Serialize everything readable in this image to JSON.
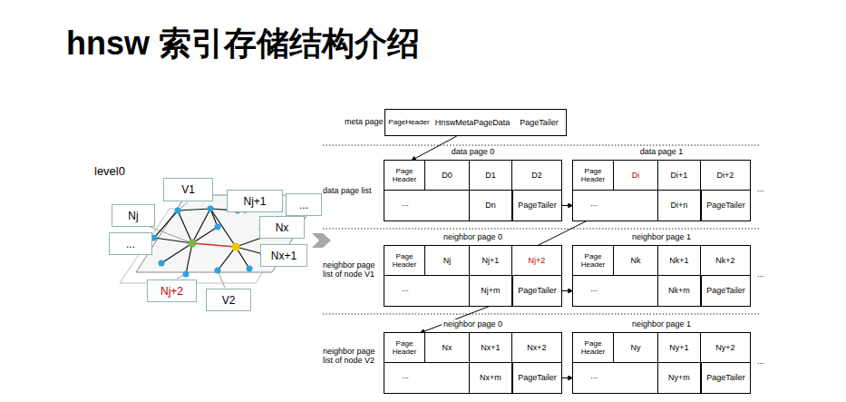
{
  "diagram": {
    "title": "hnsw 索引存储结构介绍",
    "nodes": [
      {
        "text": [
          "V1"
        ]
      },
      {
        "text": [
          "Nj+1"
        ]
      },
      {
        "text": [
          "..."
        ]
      },
      {
        "text": [
          "Nj"
        ]
      },
      {
        "text": [
          "..."
        ]
      },
      {
        "text": [
          "Nx"
        ]
      },
      {
        "text": [
          "Nx+1"
        ]
      },
      {
        "text": [
          "Nj+2"
        ]
      },
      {
        "text": [
          "V2"
        ]
      },
      {
        "text": [
          "PageHeader"
        ]
      },
      {
        "text": [
          "HnswMetaPageData"
        ]
      },
      {
        "text": [
          "PageTailer"
        ]
      },
      {
        "text": [
          "data page 0"
        ]
      },
      {
        "text": [
          "Page Header"
        ],
        "in": 12
      },
      {
        "text": [
          "D0"
        ],
        "in": 12
      },
      {
        "text": [
          "D1"
        ],
        "in": 12
      },
      {
        "text": [
          "D2"
        ],
        "in": 12
      },
      {
        "text": [
          "Dn"
        ],
        "in": 12
      },
      {
        "text": [
          "PageTailer"
        ],
        "in": 12
      },
      {
        "text": [
          "data page 1"
        ]
      },
      {
        "text": [
          "Page Header"
        ],
        "in": 19
      },
      {
        "text": [
          "Di"
        ],
        "in": 19
      },
      {
        "text": [
          "Di+1"
        ],
        "in": 19
      },
      {
        "text": [
          "Di+2"
        ],
        "in": 19
      },
      {
        "text": [
          "Di+n"
        ],
        "in": 19
      },
      {
        "text": [
          "PageTailer"
        ],
        "in": 19
      },
      {
        "text": [
          "neighbor page 0"
        ]
      },
      {
        "text": [
          "Page Header"
        ],
        "in": 26
      },
      {
        "text": [
          "Nj"
        ],
        "in": 26
      },
      {
        "text": [
          "Nj+1"
        ],
        "in": 26
      },
      {
        "text": [
          "Nj+2"
        ],
        "in": 26
      },
      {
        "text": [
          "Nj+m"
        ],
        "in": 26
      },
      {
        "text": [
          "PageTailer"
        ],
        "in": 26
      },
      {
        "text": [
          "neighbor page 1"
        ]
      },
      {
        "text": [
          "Page Header"
        ],
        "in": 33
      },
      {
        "text": [
          "Nk"
        ],
        "in": 33
      },
      {
        "text": [
          "Nk+1"
        ],
        "in": 33
      },
      {
        "text": [
          "Nk+2"
        ],
        "in": 33
      },
      {
        "text": [
          "Nk+m"
        ],
        "in": 33
      },
      {
        "text": [
          "PageTailer"
        ],
        "in": 33
      },
      {
        "text": [
          "neighbor page 0"
        ]
      },
      {
        "text": [
          "Page Header"
        ],
        "in": 40
      },
      {
        "text": [
          "Nx"
        ],
        "in": 40
      },
      {
        "text": [
          "Nx+1"
        ],
        "in": 40
      },
      {
        "text": [
          "Nx+2"
        ],
        "in": 40
      },
      {
        "text": [
          "Nx+m"
        ],
        "in": 40
      },
      {
        "text": [
          "PageTailer"
        ],
        "in": 40
      },
      {
        "text": [
          "neighbor page 1"
        ]
      },
      {
        "text": [
          "Page Header"
        ],
        "in": 47
      },
      {
        "text": [
          "Ny"
        ],
        "in": 47
      },
      {
        "text": [
          "Ny+1"
        ],
        "in": 47
      },
      {
        "text": [
          "Ny+2"
        ],
        "in": 47
      },
      {
        "text": [
          "Ny+m"
        ],
        "in": 47
      },
      {
        "text": [
          "PageTailer"
        ],
        "in": 47
      }
    ],
    "edges": [
      {
        "from": 10,
        "to": 12,
        "arrow": "to"
      },
      {
        "from": 18,
        "to": 19,
        "arrow": "to"
      },
      {
        "from": 30,
        "to": 21,
        "arrow": "to"
      },
      {
        "from": 32,
        "to": 33,
        "arrow": "to"
      },
      {
        "from": 31,
        "to": 40,
        "arrow": "to"
      },
      {
        "from": 46,
        "to": 47,
        "arrow": "to"
      }
    ],
    "labels": [
      "level0",
      "meta page",
      "data page list",
      "neighbor page list of node V1",
      "neighbor page list of node V2",
      "...",
      "...",
      "...",
      "...",
      "...",
      "...",
      "...",
      "...",
      "..."
    ]
  }
}
